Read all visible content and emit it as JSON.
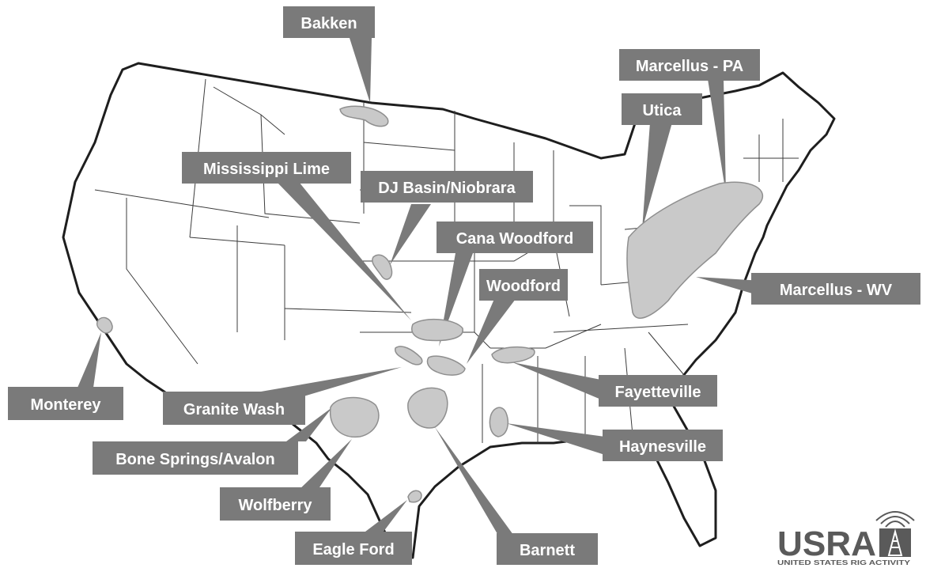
{
  "map": {
    "plays": [
      {
        "id": "bakken",
        "label": "Bakken"
      },
      {
        "id": "marcellus-pa",
        "label": "Marcellus - PA"
      },
      {
        "id": "utica",
        "label": "Utica"
      },
      {
        "id": "mississippi-lime",
        "label": "Mississippi Lime"
      },
      {
        "id": "dj-basin",
        "label": "DJ Basin/Niobrara"
      },
      {
        "id": "cana-woodford",
        "label": "Cana Woodford"
      },
      {
        "id": "woodford",
        "label": "Woodford"
      },
      {
        "id": "marcellus-wv",
        "label": "Marcellus - WV"
      },
      {
        "id": "monterey",
        "label": "Monterey"
      },
      {
        "id": "granite-wash",
        "label": "Granite Wash"
      },
      {
        "id": "fayetteville",
        "label": "Fayetteville"
      },
      {
        "id": "bone-springs",
        "label": "Bone Springs/Avalon"
      },
      {
        "id": "haynesville",
        "label": "Haynesville"
      },
      {
        "id": "wolfberry",
        "label": "Wolfberry"
      },
      {
        "id": "eagle-ford",
        "label": "Eagle Ford"
      },
      {
        "id": "barnett",
        "label": "Barnett"
      }
    ],
    "colors": {
      "label_fill": "#7a7a7a",
      "label_text": "#ffffff",
      "region_fill": "#c9c9c9",
      "outline": "#1e1e1e"
    }
  },
  "logo": {
    "wordmark": "USRA",
    "tagline": "UNITED STATES RIG ACTIVITY"
  }
}
